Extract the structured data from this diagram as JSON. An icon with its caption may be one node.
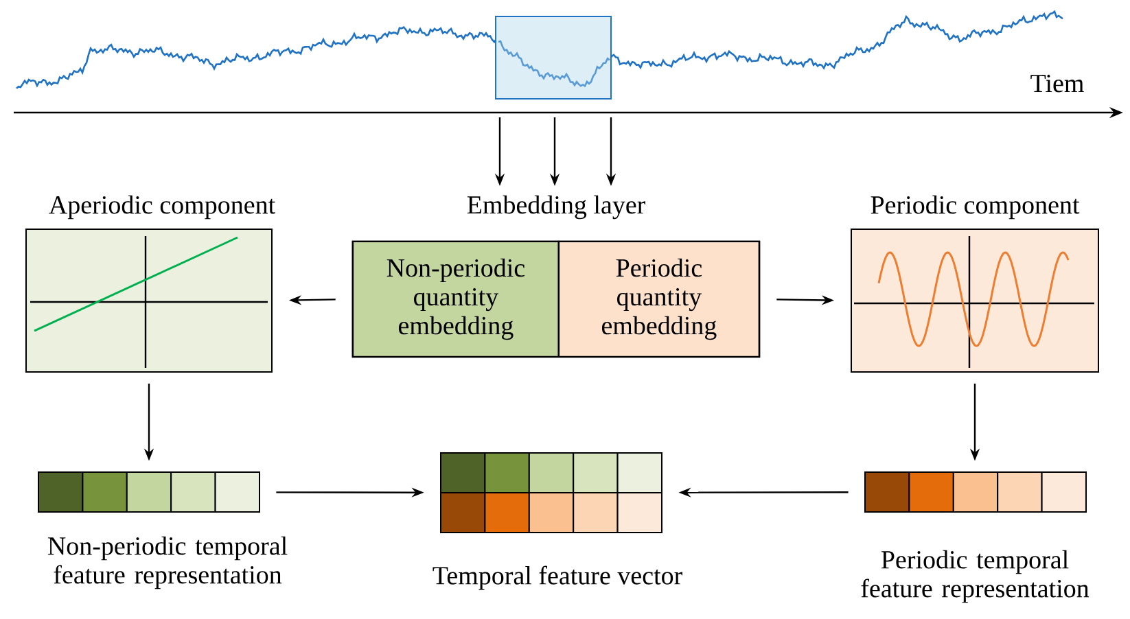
{
  "diagram": {
    "nodes": [
      {
        "text": [],
        "shape": "box"
      },
      {
        "text": [
          "Embedding layer"
        ]
      },
      {
        "text": [
          "Non-periodic quantity embedding"
        ],
        "in": 1
      },
      {
        "text": [
          "Periodic quantity embedding"
        ],
        "in": 1
      },
      {
        "text": [
          "Aperiodic component"
        ]
      },
      {
        "text": [
          "Periodic component"
        ]
      },
      {
        "text": [
          "Non-periodic temporal feature representation"
        ]
      },
      {
        "text": [
          "Temporal feature vector"
        ]
      },
      {
        "text": [
          "Periodic temporal feature representation"
        ]
      }
    ],
    "edges": [
      {
        "from": 0,
        "to": 1,
        "arrow": "to"
      },
      {
        "from": 0,
        "to": 1,
        "arrow": "to"
      },
      {
        "from": 0,
        "to": 1,
        "arrow": "to"
      },
      {
        "from": 2,
        "to": 4,
        "arrow": "to"
      },
      {
        "from": 3,
        "to": 5,
        "arrow": "to"
      },
      {
        "from": 4,
        "to": 6,
        "arrow": "to"
      },
      {
        "from": 5,
        "to": 8,
        "arrow": "to"
      },
      {
        "from": 6,
        "to": 7,
        "arrow": "to"
      },
      {
        "from": 8,
        "to": 7,
        "arrow": "to"
      }
    ],
    "labels": [
      "Tiem"
    ]
  }
}
